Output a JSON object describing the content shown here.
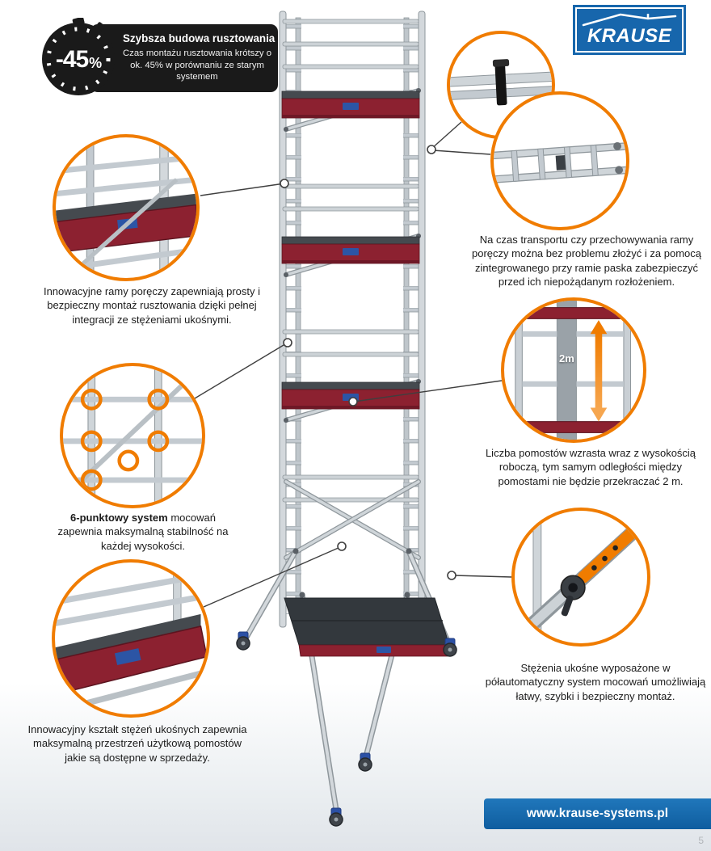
{
  "page": {
    "number": "5"
  },
  "badge": {
    "percent_number": "-45",
    "percent_sign": "%",
    "title": "Szybsza budowa rusztowania",
    "body": "Czas montażu rusztowania krótszy o ok. 45% w porównaniu ze starym systemem"
  },
  "logo": {
    "text": "KRAUSE"
  },
  "annotations": {
    "left_top": "Innowacyjne ramy poręczy zapewniają prosty i bezpieczny montaż rusztowania dzięki pełnej integracji ze stężeniami ukośnymi.",
    "right_top": "Na czas transportu czy przechowywania ramy poręczy można bez problemu złożyć i za pomocą zintegrowanego przy ramie paska zabezpieczyć przed ich niepożądanym rozłożeniem.",
    "right_mid": "Liczba pomostów wzrasta wraz z wysokością roboczą, tym samym odległości między pomostami nie będzie przekraczać 2 m.",
    "left_mid_bold": "6-punktowy system",
    "left_mid_rest": " mocowań zapewnia maksymalną stabilność na każdej wysokości.",
    "right_bottom": "Stężenia ukośne wyposażone w półautomatyczny system mocowań umożliwiają łatwy, szybki i bezpieczny montaż.",
    "left_bottom": "Innowacyjny kształt stężeń ukośnych zapewnia maksymalną przestrzeń użytkową pomostów jakie są dostępne w sprzedaży."
  },
  "callouts": {
    "height_label": "2m"
  },
  "footer": {
    "url": "www.krause-systems.pl"
  },
  "colors": {
    "accent_orange": "#f07c00",
    "brand_blue": "#1766ac",
    "platform_red": "#8c2130"
  }
}
